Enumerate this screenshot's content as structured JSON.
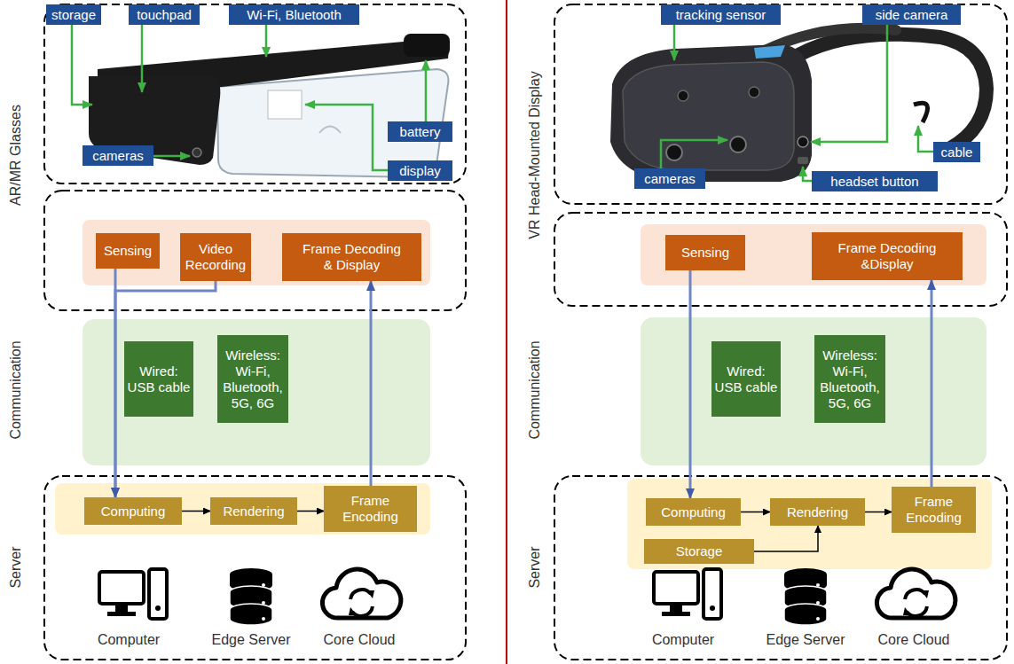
{
  "diagram": {
    "nodes": [
      {
        "text": [
          "storage"
        ]
      },
      {
        "text": [
          "touchpad"
        ]
      },
      {
        "text": [
          "Wi-Fi, Bluetooth"
        ]
      },
      {
        "text": [
          "cameras"
        ]
      },
      {
        "text": [
          "battery"
        ]
      },
      {
        "text": [
          "display"
        ]
      },
      {
        "text": [
          "Sensing"
        ]
      },
      {
        "text": [
          "Video Recording"
        ]
      },
      {
        "text": [
          "Frame Decoding & Display"
        ]
      },
      {
        "text": [
          "Wired: USB cable"
        ]
      },
      {
        "text": [
          "Wireless: Wi-Fi, Bluetooth, 5G, 6G"
        ]
      },
      {
        "text": [
          "Computing"
        ]
      },
      {
        "text": [
          "Rendering"
        ]
      },
      {
        "text": [
          "Frame Encoding"
        ]
      },
      {
        "text": [
          "tracking sensor"
        ]
      },
      {
        "text": [
          "side camera"
        ]
      },
      {
        "text": [
          "cameras"
        ]
      },
      {
        "text": [
          "cable"
        ]
      },
      {
        "text": [
          "headset button"
        ]
      },
      {
        "text": [
          "Sensing"
        ]
      },
      {
        "text": [
          "Frame Decoding &Display"
        ]
      },
      {
        "text": [
          "Wired: USB cable"
        ]
      },
      {
        "text": [
          "Wireless: Wi-Fi, Bluetooth, 5G, 6G"
        ]
      },
      {
        "text": [
          "Computing"
        ]
      },
      {
        "text": [
          "Rendering"
        ]
      },
      {
        "text": [
          "Frame Encoding"
        ]
      },
      {
        "text": [
          "Storage"
        ]
      }
    ],
    "edges": [
      {
        "from": 6,
        "to": 11,
        "arrow": "to"
      },
      {
        "from": 7,
        "to": 11,
        "arrow": "to"
      },
      {
        "from": 11,
        "to": 12,
        "arrow": "to"
      },
      {
        "from": 12,
        "to": 13,
        "arrow": "to"
      },
      {
        "from": 13,
        "to": 8,
        "arrow": "to"
      },
      {
        "from": 19,
        "to": 23,
        "arrow": "to"
      },
      {
        "from": 23,
        "to": 24,
        "arrow": "to"
      },
      {
        "from": 24,
        "to": 25,
        "arrow": "to"
      },
      {
        "from": 26,
        "to": 24,
        "arrow": "to"
      },
      {
        "from": 25,
        "to": 20,
        "arrow": "to"
      }
    ],
    "labels": [
      "AR/MR Glasses",
      "Communication",
      "Server",
      "Computer",
      "Edge Server",
      "Core Cloud",
      "VR Head-Mounted Display",
      "Communication",
      "Server",
      "Computer",
      "Edge Server",
      "Core Cloud"
    ]
  }
}
